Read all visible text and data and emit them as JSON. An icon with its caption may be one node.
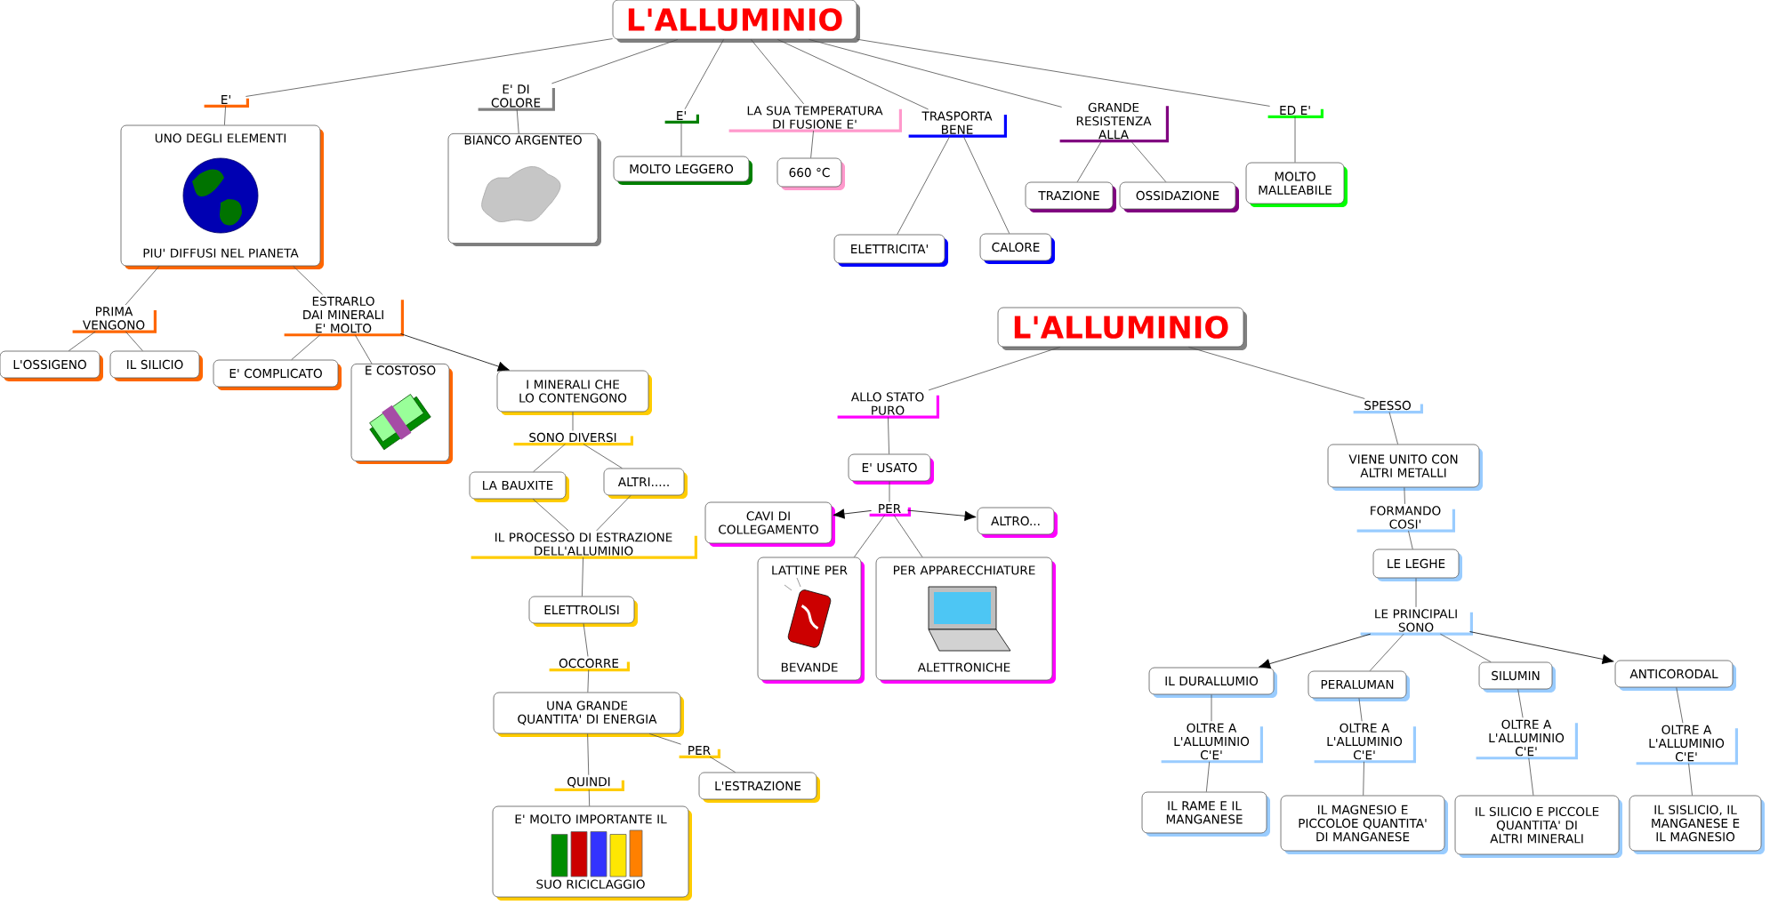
{
  "diagram": {
    "nodes": [
      {
        "text": [
          "L'ALLUMINIO"
        ]
      },
      {
        "text": [
          "E'"
        ]
      },
      {
        "text": [
          "UNO DEGLI ELEMENTI",
          "PIU' DIFFUSI NEL PIANETA"
        ]
      },
      {
        "text": [
          "E' DI COLORE"
        ]
      },
      {
        "text": [
          "BIANCO ARGENTEO"
        ]
      },
      {
        "text": [
          "E'"
        ]
      },
      {
        "text": [
          "MOLTO LEGGERO"
        ]
      },
      {
        "text": [
          "LA SUA TEMPERATURA DI FUSIONE E'"
        ]
      },
      {
        "text": [
          "660 °C"
        ]
      },
      {
        "text": [
          "TRASPORTA BENE"
        ]
      },
      {
        "text": [
          "ELETTRICITA'"
        ]
      },
      {
        "text": [
          "CALORE"
        ]
      },
      {
        "text": [
          "GRANDE RESISTENZA ALLA"
        ]
      },
      {
        "text": [
          "TRAZIONE"
        ]
      },
      {
        "text": [
          "OSSIDAZIONE"
        ]
      },
      {
        "text": [
          "ED E'"
        ]
      },
      {
        "text": [
          "MOLTO MALLEABILE"
        ]
      },
      {
        "text": [
          "PRIMA VENGONO"
        ]
      },
      {
        "text": [
          "L'OSSIGENO"
        ]
      },
      {
        "text": [
          "IL SILICIO"
        ]
      },
      {
        "text": [
          "ESTRARLO DAI MINERALI E' MOLTO"
        ]
      },
      {
        "text": [
          "E' COMPLICATO"
        ]
      },
      {
        "text": [
          "E COSTOSO"
        ]
      },
      {
        "text": [
          "I MINERALI CHE LO CONTENGONO"
        ]
      },
      {
        "text": [
          "SONO DIVERSI"
        ]
      },
      {
        "text": [
          "LA BAUXITE"
        ]
      },
      {
        "text": [
          "ALTRI....."
        ]
      },
      {
        "text": [
          "IL PROCESSO DI ESTRAZIONE DELL'ALLUMINIO"
        ]
      },
      {
        "text": [
          "ELETTROLISI"
        ]
      },
      {
        "text": [
          "OCCORRE"
        ]
      },
      {
        "text": [
          "UNA GRANDE QUANTITA' DI ENERGIA"
        ]
      },
      {
        "text": [
          "PER"
        ]
      },
      {
        "text": [
          "L'ESTRAZIONE"
        ]
      },
      {
        "text": [
          "QUINDI"
        ]
      },
      {
        "text": [
          "E' MOLTO IMPORTANTE IL",
          "SUO RICICLAGGIO"
        ]
      },
      {
        "text": [
          "L'ALLUMINIO"
        ]
      },
      {
        "text": [
          "ALLO STATO PURO"
        ]
      },
      {
        "text": [
          "E' USATO"
        ]
      },
      {
        "text": [
          "PER"
        ]
      },
      {
        "text": [
          "CAVI DI COLLEGAMENTO"
        ]
      },
      {
        "text": [
          "ALTRO..."
        ]
      },
      {
        "text": [
          "LATTINE PER",
          "BEVANDE"
        ]
      },
      {
        "text": [
          "PER APPARECCHIATURE",
          "ALETTRONICHE"
        ]
      },
      {
        "text": [
          "SPESSO"
        ]
      },
      {
        "text": [
          "VIENE UNITO CON ALTRI METALLI"
        ]
      },
      {
        "text": [
          "FORMANDO COSI'"
        ]
      },
      {
        "text": [
          "LE LEGHE"
        ]
      },
      {
        "text": [
          "LE PRINCIPALI SONO"
        ]
      },
      {
        "text": [
          "IL DURALLUMIO"
        ]
      },
      {
        "text": [
          "PERALUMAN"
        ]
      },
      {
        "text": [
          "SILUMIN"
        ]
      },
      {
        "text": [
          "ANTICORODAL"
        ]
      },
      {
        "text": [
          "OLTRE A L'ALLUMINIO C'E'"
        ]
      },
      {
        "text": [
          "IL RAME E IL MANGANESE"
        ]
      },
      {
        "text": [
          "OLTRE A L'ALLUMINIO C'E'"
        ]
      },
      {
        "text": [
          "IL MAGNESIO E PICCOLOE QUANTITA' DI MANGANESE"
        ]
      },
      {
        "text": [
          "OLTRE A L'ALLUMINIO C'E'"
        ]
      },
      {
        "text": [
          "IL SILICIO E PICCOLE QUANTITA' DI ALTRI MINERALI"
        ]
      },
      {
        "text": [
          "OLTRE A L'ALLUMINIO C'E'"
        ]
      },
      {
        "text": [
          "IL SISLICIO, IL MANGANESE E IL MAGNESIO"
        ]
      }
    ],
    "edges": [
      {
        "from": 0,
        "to": 1,
        "arrow": "none"
      },
      {
        "from": 1,
        "to": 2,
        "arrow": "none"
      },
      {
        "from": 0,
        "to": 3,
        "arrow": "none"
      },
      {
        "from": 3,
        "to": 4,
        "arrow": "none"
      },
      {
        "from": 0,
        "to": 5,
        "arrow": "none"
      },
      {
        "from": 5,
        "to": 6,
        "arrow": "none"
      },
      {
        "from": 0,
        "to": 7,
        "arrow": "none"
      },
      {
        "from": 7,
        "to": 8,
        "arrow": "none"
      },
      {
        "from": 0,
        "to": 9,
        "arrow": "none"
      },
      {
        "from": 9,
        "to": 10,
        "arrow": "none"
      },
      {
        "from": 9,
        "to": 11,
        "arrow": "none"
      },
      {
        "from": 0,
        "to": 12,
        "arrow": "none"
      },
      {
        "from": 12,
        "to": 13,
        "arrow": "none"
      },
      {
        "from": 12,
        "to": 14,
        "arrow": "none"
      },
      {
        "from": 0,
        "to": 15,
        "arrow": "none"
      },
      {
        "from": 15,
        "to": 16,
        "arrow": "none"
      },
      {
        "from": 2,
        "to": 17,
        "arrow": "none"
      },
      {
        "from": 17,
        "to": 18,
        "arrow": "none"
      },
      {
        "from": 17,
        "to": 19,
        "arrow": "none"
      },
      {
        "from": 2,
        "to": 20,
        "arrow": "none"
      },
      {
        "from": 20,
        "to": 21,
        "arrow": "none"
      },
      {
        "from": 20,
        "to": 22,
        "arrow": "none"
      },
      {
        "from": 20,
        "to": 23,
        "arrow": "to"
      },
      {
        "from": 23,
        "to": 24,
        "arrow": "none"
      },
      {
        "from": 24,
        "to": 25,
        "arrow": "none"
      },
      {
        "from": 24,
        "to": 26,
        "arrow": "none"
      },
      {
        "from": 25,
        "to": 27,
        "arrow": "none"
      },
      {
        "from": 26,
        "to": 27,
        "arrow": "none"
      },
      {
        "from": 27,
        "to": 28,
        "arrow": "none"
      },
      {
        "from": 28,
        "to": 29,
        "arrow": "none"
      },
      {
        "from": 29,
        "to": 30,
        "arrow": "none"
      },
      {
        "from": 30,
        "to": 31,
        "arrow": "none"
      },
      {
        "from": 31,
        "to": 32,
        "arrow": "none"
      },
      {
        "from": 30,
        "to": 33,
        "arrow": "none"
      },
      {
        "from": 33,
        "to": 34,
        "arrow": "none"
      },
      {
        "from": 35,
        "to": 36,
        "arrow": "none"
      },
      {
        "from": 36,
        "to": 37,
        "arrow": "none"
      },
      {
        "from": 37,
        "to": 38,
        "arrow": "none"
      },
      {
        "from": 38,
        "to": 39,
        "arrow": "to"
      },
      {
        "from": 38,
        "to": 40,
        "arrow": "to"
      },
      {
        "from": 38,
        "to": 41,
        "arrow": "none"
      },
      {
        "from": 38,
        "to": 42,
        "arrow": "none"
      },
      {
        "from": 35,
        "to": 43,
        "arrow": "none"
      },
      {
        "from": 43,
        "to": 44,
        "arrow": "none"
      },
      {
        "from": 44,
        "to": 45,
        "arrow": "none"
      },
      {
        "from": 45,
        "to": 46,
        "arrow": "none"
      },
      {
        "from": 46,
        "to": 47,
        "arrow": "none"
      },
      {
        "from": 47,
        "to": 48,
        "arrow": "to"
      },
      {
        "from": 47,
        "to": 49,
        "arrow": "none"
      },
      {
        "from": 47,
        "to": 50,
        "arrow": "none"
      },
      {
        "from": 47,
        "to": 51,
        "arrow": "to"
      },
      {
        "from": 48,
        "to": 52,
        "arrow": "none"
      },
      {
        "from": 52,
        "to": 53,
        "arrow": "none"
      },
      {
        "from": 49,
        "to": 54,
        "arrow": "none"
      },
      {
        "from": 54,
        "to": 55,
        "arrow": "none"
      },
      {
        "from": 50,
        "to": 56,
        "arrow": "none"
      },
      {
        "from": 56,
        "to": 57,
        "arrow": "none"
      },
      {
        "from": 51,
        "to": 58,
        "arrow": "none"
      },
      {
        "from": 58,
        "to": 59,
        "arrow": "none"
      }
    ]
  }
}
